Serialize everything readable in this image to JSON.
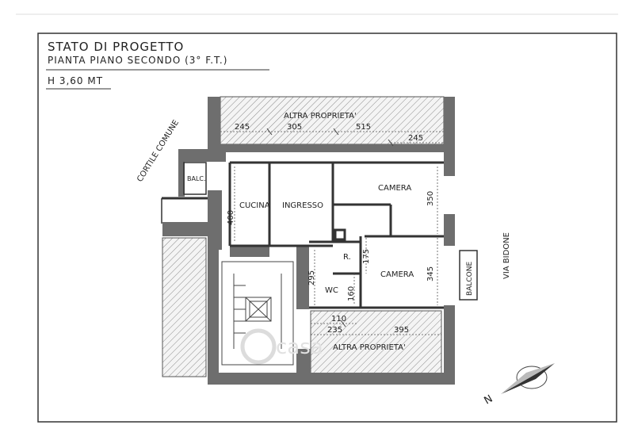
{
  "header": {
    "title": "STATO DI PROGETTO",
    "subtitle": "PIANTA PIANO SECONDO (3° F.T.)",
    "height": "H 3,60 MT"
  },
  "labels": {
    "top_property": "ALTRA PROPRIETA'",
    "bottom_property": "ALTRA PROPRIETA'",
    "courtyard": "CORTILE COMUNE",
    "street": "VIA BIDONE",
    "balcony_left": "BALC.",
    "balcony_right": "BALCONE"
  },
  "rooms": {
    "kitchen": "CUCINA",
    "entrance": "INGRESSO",
    "bedroom_1": "CAMERA",
    "bedroom_2": "CAMERA",
    "wc": "WC",
    "storage": "R."
  },
  "dimensions": {
    "top_245a": "245",
    "top_305": "305",
    "top_515": "515",
    "top_245b": "245",
    "kitchen_400": "400",
    "bedroom1_350": "350",
    "v_175": "175",
    "v_295": "295",
    "v_160": "160",
    "bedroom2_345": "345",
    "bottom_110": "110",
    "bottom_235": "235",
    "bottom_395": "395"
  },
  "compass": {
    "label": "N"
  },
  "watermark": "casa"
}
